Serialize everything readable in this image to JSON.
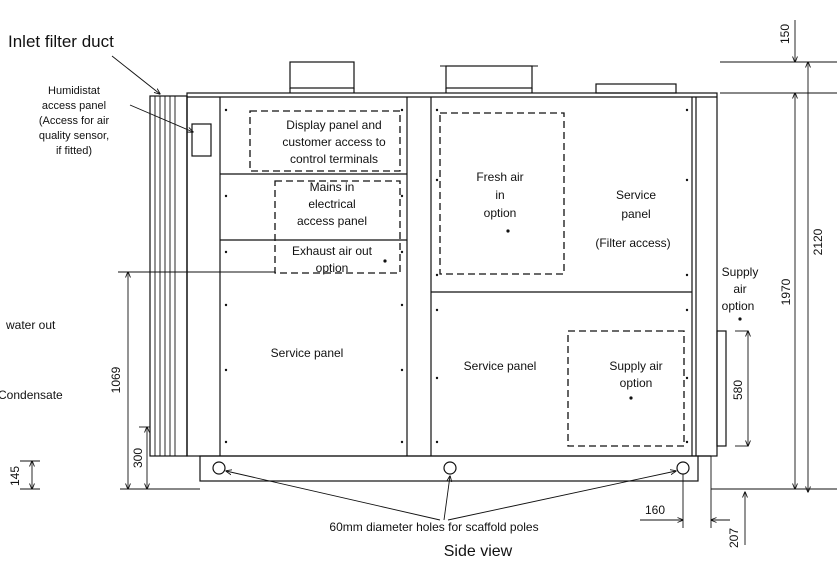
{
  "labels": {
    "inlet_filter_duct": "Inlet filter duct",
    "humidistat": [
      "Humidistat",
      "access panel",
      "(Access for air",
      "quality sensor,",
      "if fitted)"
    ],
    "display_panel": [
      "Display panel and",
      "customer access to",
      "control terminals"
    ],
    "mains_panel": [
      "Mains in",
      "electrical",
      "access panel"
    ],
    "exhaust_air": [
      "Exhaust air out",
      "option"
    ],
    "fresh_air": [
      "Fresh air",
      "in",
      "option"
    ],
    "filter_panel": [
      "Service",
      "panel",
      "(Filter access)"
    ],
    "supply_air_side": [
      "Supply",
      "air",
      "option"
    ],
    "service_panel_left": "Service panel",
    "service_panel_right": "Service panel",
    "supply_air_box": [
      "Supply air",
      "option"
    ],
    "water_out": "water out",
    "condensate": "Condensate",
    "holes": "60mm diameter holes for scaffold poles",
    "side_view": "Side view"
  },
  "dimensions": {
    "d150": "150",
    "d2120": "2120",
    "d1970": "1970",
    "d1069": "1069",
    "d300": "300",
    "d145": "145",
    "d580": "580",
    "d160": "160",
    "d207": "207"
  }
}
